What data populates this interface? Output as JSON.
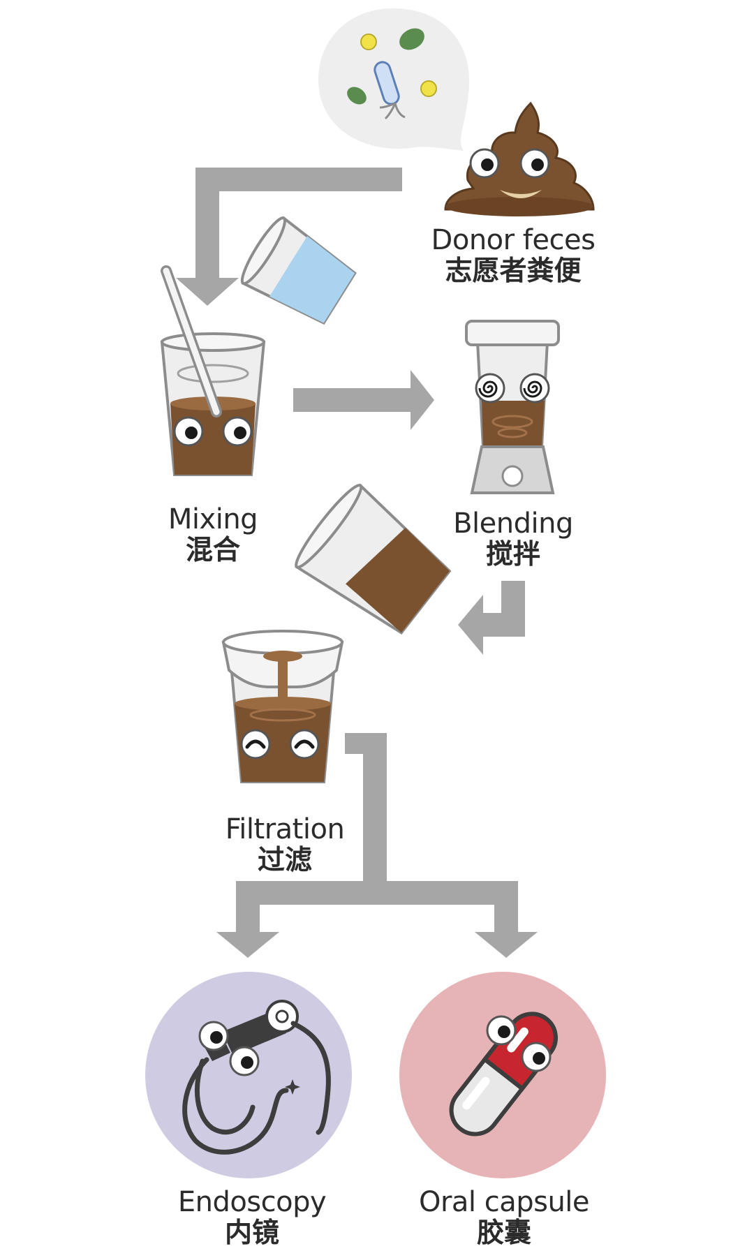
{
  "steps": {
    "donor": {
      "en": "Donor feces",
      "zh": "志愿者粪便"
    },
    "mixing": {
      "en": "Mixing",
      "zh": "混合"
    },
    "blending": {
      "en": "Blending",
      "zh": "搅拌"
    },
    "filtration": {
      "en": "Filtration",
      "zh": "过滤"
    },
    "endoscopy": {
      "en": "Endoscopy",
      "zh": "内镜"
    },
    "capsule": {
      "en": "Oral capsule",
      "zh": "胶囊"
    }
  },
  "colors": {
    "arrow": "#a6a6a6",
    "feces": "#7a5230",
    "feces_light": "#9a6a40",
    "glass": "#e6e6e6",
    "glass_stroke": "#8c8c8c",
    "water": "#a9d3ee",
    "endoscopy_bg": "#cfcbe3",
    "capsule_bg": "#e6b4b6",
    "capsule_red": "#c8262e",
    "bubble": "#eeeeee"
  },
  "icons": [
    "microbe-bubble-icon",
    "poop-icon",
    "water-glass-icon",
    "mixing-glass-icon",
    "blender-icon",
    "pouring-glass-icon",
    "filter-cup-icon",
    "endoscope-icon",
    "capsule-icon"
  ]
}
